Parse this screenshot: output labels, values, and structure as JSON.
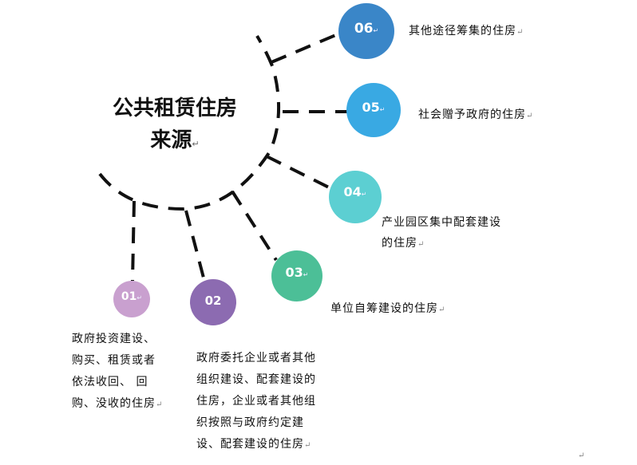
{
  "title": {
    "line1": "公共租赁住房",
    "line2": "来源",
    "mark": "↵"
  },
  "nodes": [
    {
      "id": "01",
      "color": "#c9a0cf",
      "lines": [
        "政府投资建设、",
        "购买、租赁或者",
        "依法收回、 回",
        "购、没收的住房"
      ]
    },
    {
      "id": "02",
      "color": "#8c6bb1",
      "lines": [
        "政府委托企业或者其他",
        "组织建设、配套建设的",
        "住房，企业或者其他组",
        "织按照与政府约定建",
        "设、配套建设的住房"
      ]
    },
    {
      "id": "03",
      "color": "#4cbf97",
      "lines": [
        "单位自筹建设的住房"
      ]
    },
    {
      "id": "04",
      "color": "#5ccfd2",
      "lines": [
        "产业园区集中配套建设",
        "的住房"
      ]
    },
    {
      "id": "05",
      "color": "#39a9e3",
      "lines": [
        "社会赠予政府的住房"
      ]
    },
    {
      "id": "06",
      "color": "#3a86c8",
      "lines": [
        "其他途径筹集的住房"
      ]
    }
  ],
  "mark": "↵"
}
